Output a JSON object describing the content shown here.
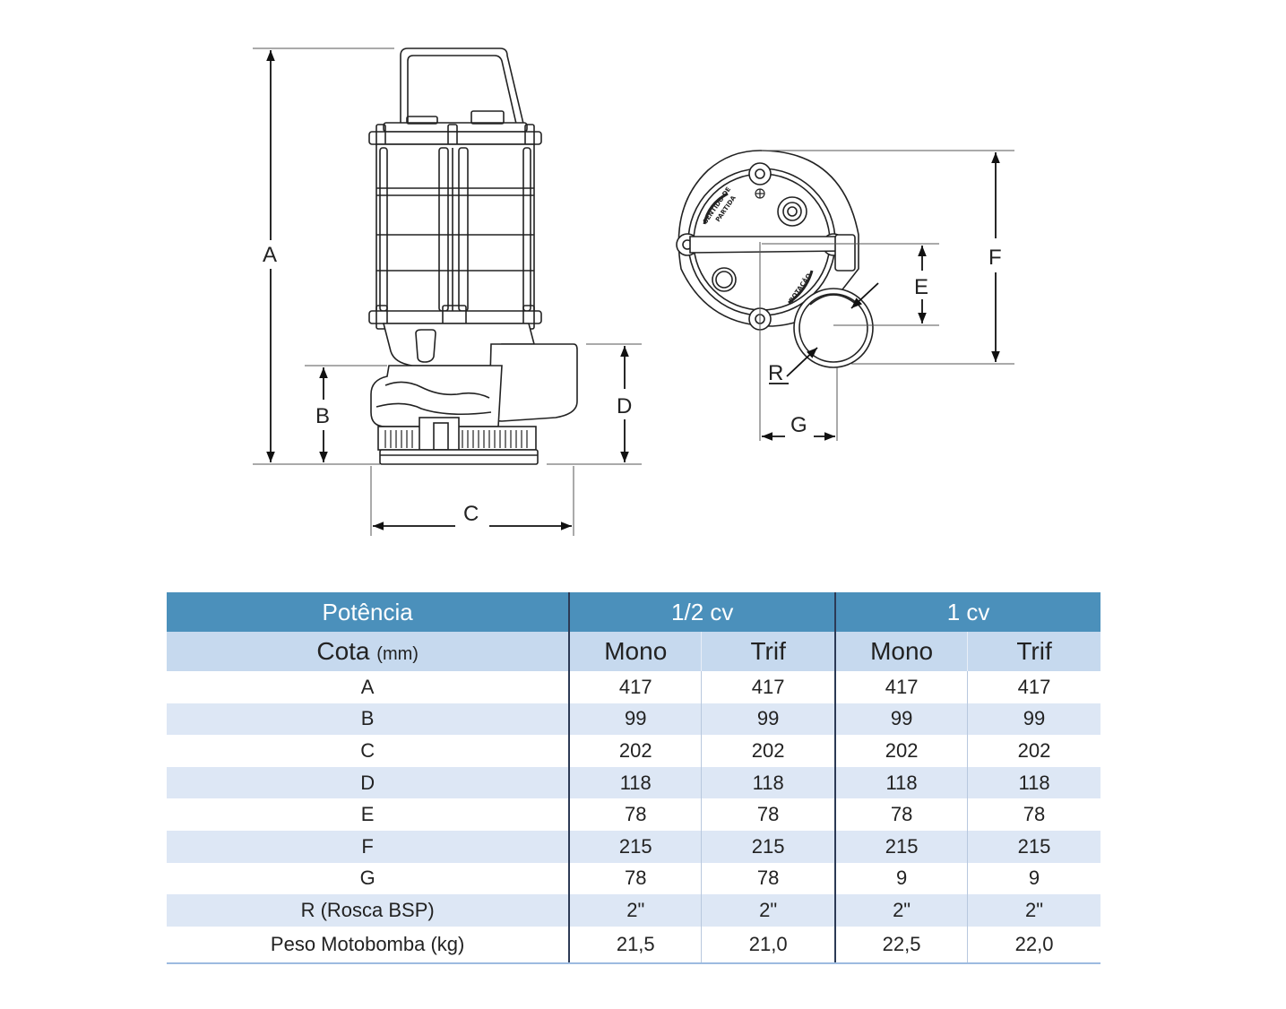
{
  "drawing": {
    "dimension_labels": {
      "A": "A",
      "B": "B",
      "C": "C",
      "D": "D",
      "E": "E",
      "F": "F",
      "G": "G",
      "R": "R"
    },
    "plate_text": {
      "start": "SENTIDO DE",
      "start2": "PARTIDA",
      "rotation": "ROTAÇÃO"
    }
  },
  "table": {
    "header": {
      "power_label": "Potência",
      "group1": "1/2 cv",
      "group2": "1 cv",
      "cota_label": "Cota",
      "cota_unit": "(mm)",
      "sub": [
        "Mono",
        "Trif",
        "Mono",
        "Trif"
      ]
    },
    "rows": [
      {
        "label": "A",
        "values": [
          "417",
          "417",
          "417",
          "417"
        ]
      },
      {
        "label": "B",
        "values": [
          "99",
          "99",
          "99",
          "99"
        ]
      },
      {
        "label": "C",
        "values": [
          "202",
          "202",
          "202",
          "202"
        ]
      },
      {
        "label": "D",
        "values": [
          "118",
          "118",
          "118",
          "118"
        ]
      },
      {
        "label": "E",
        "values": [
          "78",
          "78",
          "78",
          "78"
        ]
      },
      {
        "label": "F",
        "values": [
          "215",
          "215",
          "215",
          "215"
        ]
      },
      {
        "label": "G",
        "values": [
          "78",
          "78",
          "9",
          "9"
        ]
      },
      {
        "label": "R (Rosca BSP)",
        "values": [
          "2\"",
          "2\"",
          "2\"",
          "2\""
        ]
      },
      {
        "label": "Peso Motobomba (kg)",
        "values": [
          "21,5",
          "21,0",
          "22,5",
          "22,0"
        ]
      }
    ]
  },
  "colors": {
    "header_blue": "#4b90bb",
    "subheader_blue": "#c6d9ee",
    "row_alt": "#dde7f5"
  }
}
